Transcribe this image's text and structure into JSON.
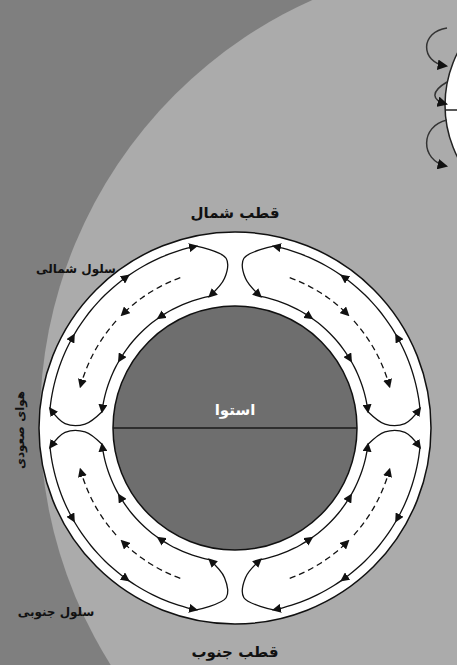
{
  "diagram": {
    "nodes": [
      {
        "text": [
          "استوا"
        ]
      }
    ],
    "labels": [
      "قطب شمال",
      "سلول شمالی",
      "هوای صعودی",
      "سلول جنوبی",
      "قطب جنوب"
    ]
  }
}
